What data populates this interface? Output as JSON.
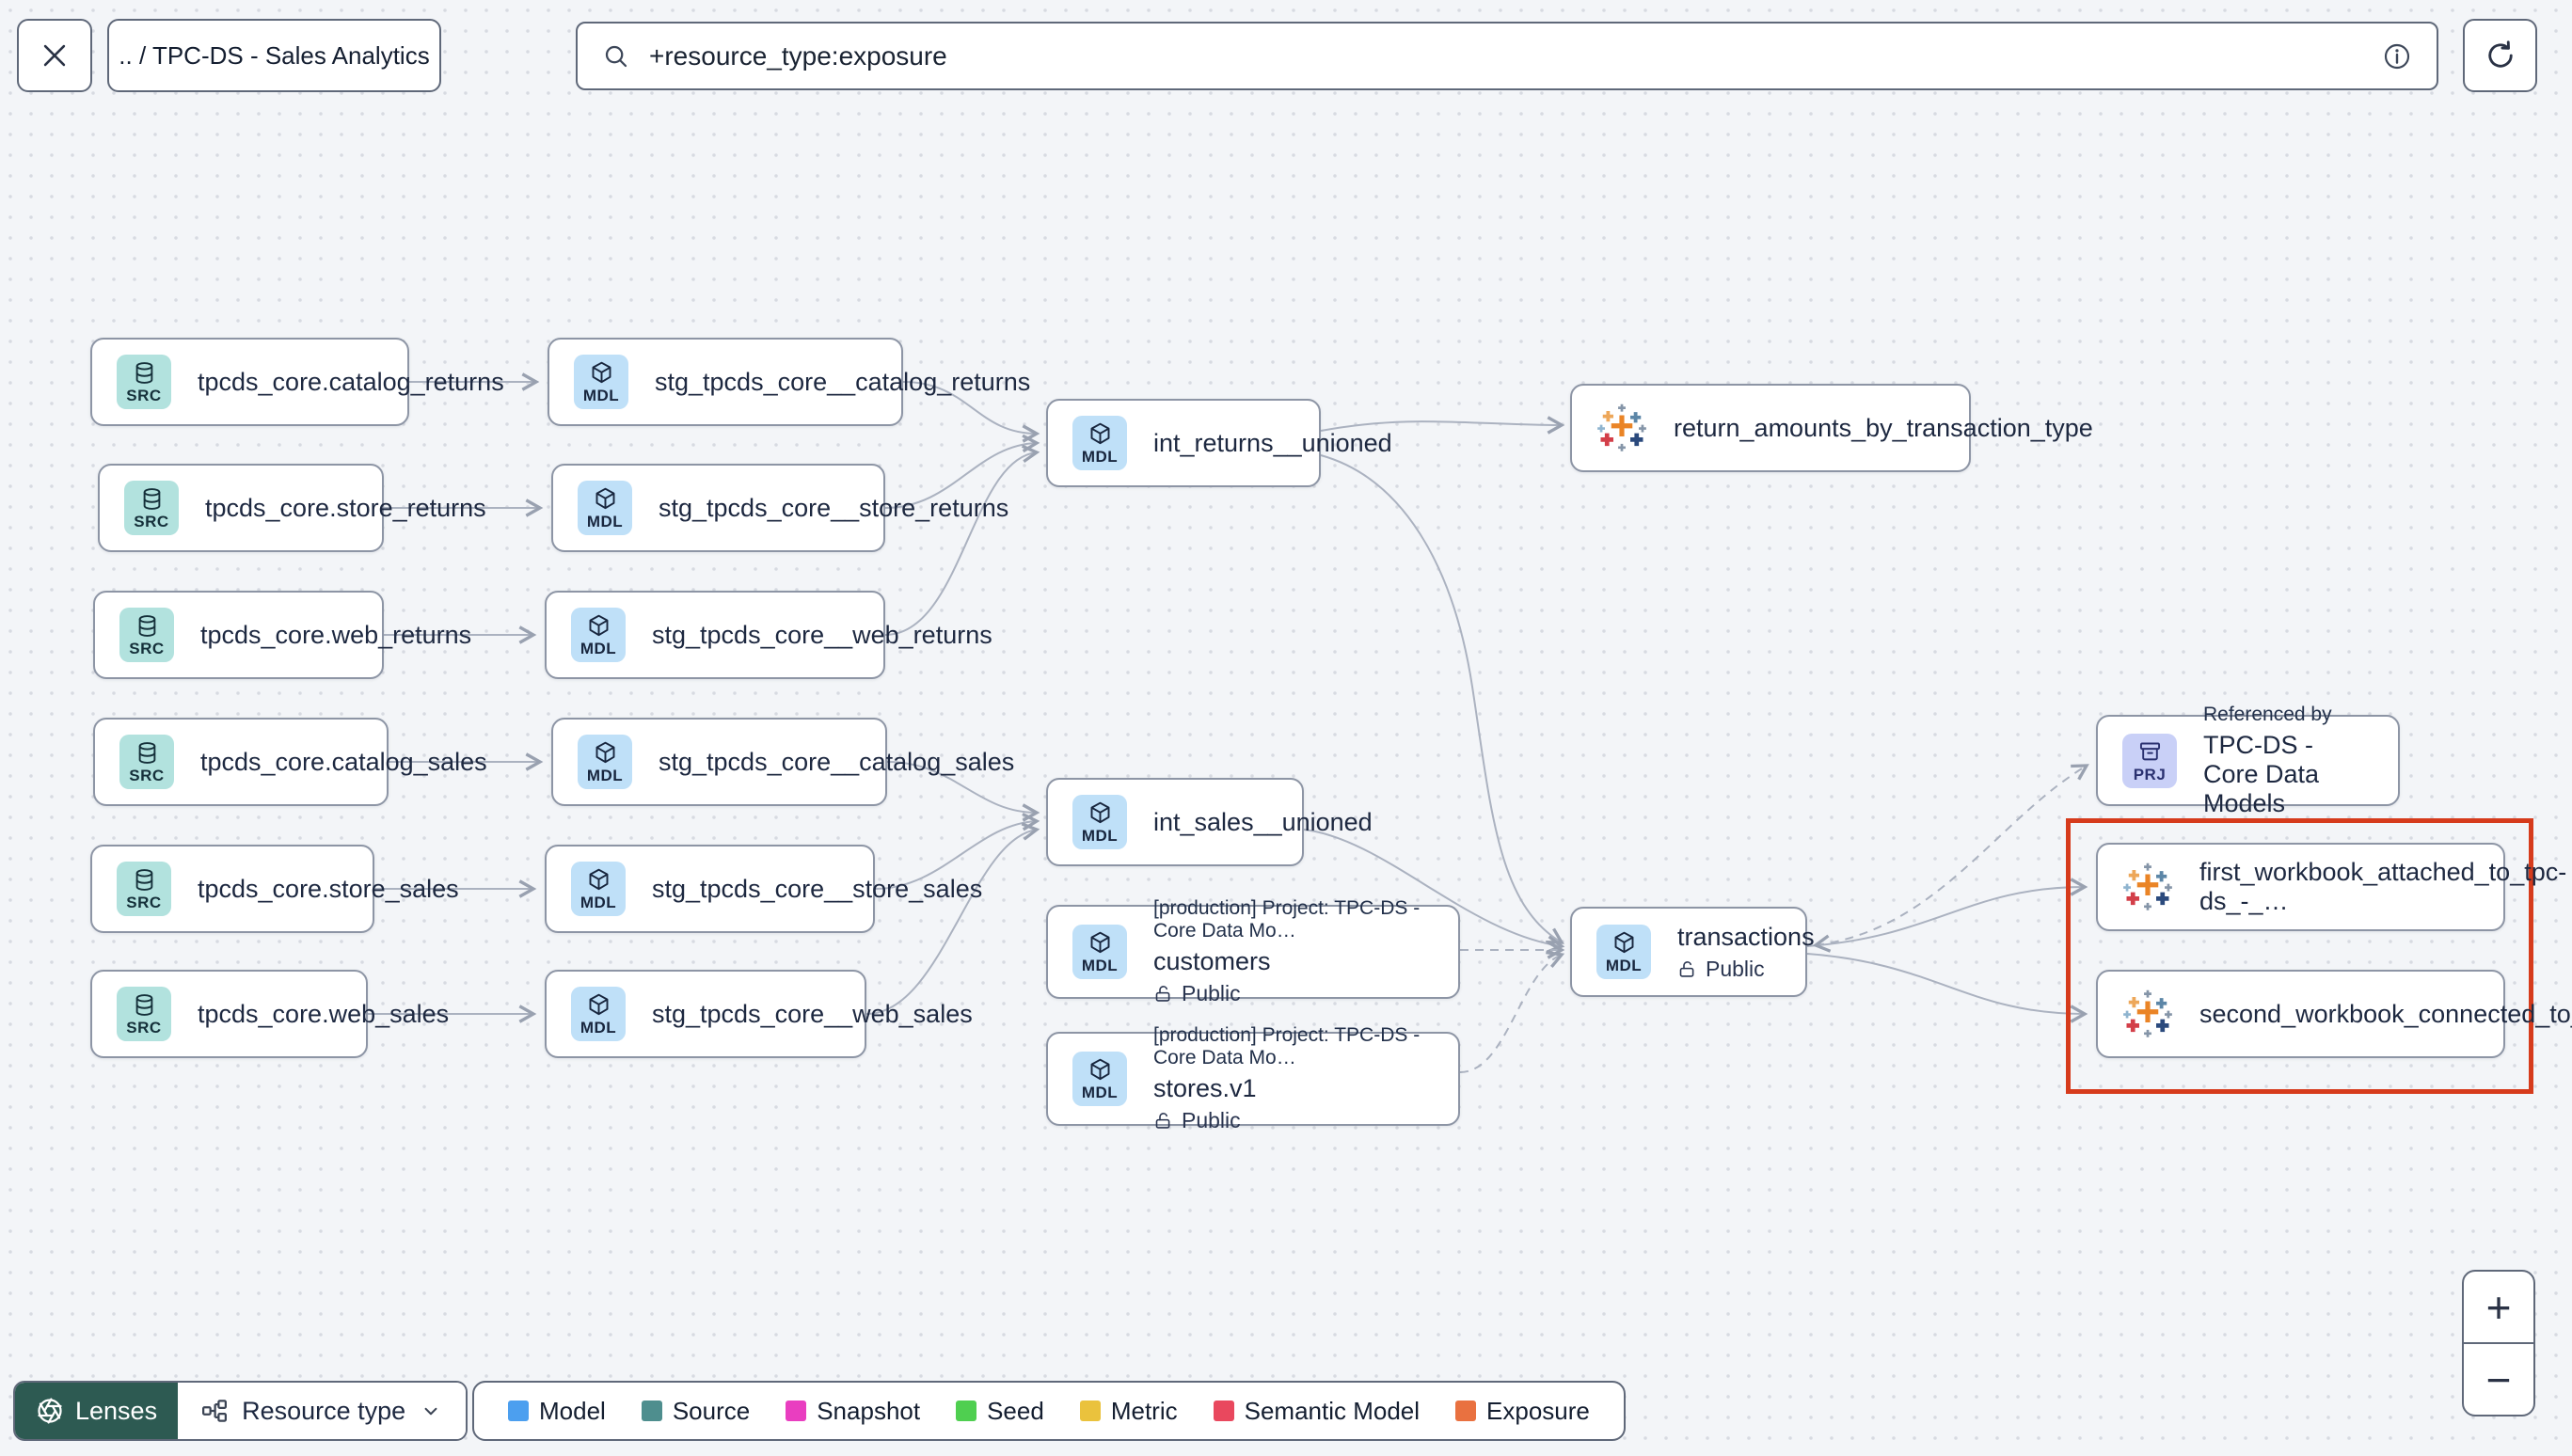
{
  "toolbar": {
    "breadcrumb": ".. / TPC-DS - Sales Analytics",
    "search_value": "+resource_type:exposure"
  },
  "graph": {
    "icon_labels": {
      "source": "SRC",
      "model": "MDL",
      "project": "PRJ"
    },
    "sources": [
      {
        "label": "tpcds_core.catalog_returns"
      },
      {
        "label": "tpcds_core.store_returns"
      },
      {
        "label": "tpcds_core.web_returns"
      },
      {
        "label": "tpcds_core.catalog_sales"
      },
      {
        "label": "tpcds_core.store_sales"
      },
      {
        "label": "tpcds_core.web_sales"
      }
    ],
    "staging_models": [
      {
        "label": "stg_tpcds_core__catalog_returns"
      },
      {
        "label": "stg_tpcds_core__store_returns"
      },
      {
        "label": "stg_tpcds_core__web_returns"
      },
      {
        "label": "stg_tpcds_core__catalog_sales"
      },
      {
        "label": "stg_tpcds_core__store_sales"
      },
      {
        "label": "stg_tpcds_core__web_sales"
      }
    ],
    "int_models": [
      {
        "label": "int_returns__unioned"
      },
      {
        "label": "int_sales__unioned"
      }
    ],
    "public_models": {
      "customers": {
        "meta": "[production] Project: TPC-DS - Core Data Mo…",
        "name": "customers",
        "access": "Public"
      },
      "stores": {
        "meta": "[production] Project: TPC-DS - Core Data Mo…",
        "name": "stores.v1",
        "access": "Public"
      },
      "transactions": {
        "name": "transactions",
        "access": "Public"
      }
    },
    "exposures": {
      "return_amounts": {
        "label": "return_amounts_by_transaction_type"
      },
      "first_workbook": {
        "label": "first_workbook_attached_to_tpc-ds_-_…"
      },
      "second_workbook": {
        "label": "second_workbook_connected_to_live…"
      }
    },
    "project_node": {
      "title": "Referenced by",
      "name": "TPC-DS - Core Data Models"
    }
  },
  "legend": {
    "items": [
      {
        "label": "Model",
        "color": "#4c9fef"
      },
      {
        "label": "Source",
        "color": "#4e8e8e"
      },
      {
        "label": "Snapshot",
        "color": "#e93ec0"
      },
      {
        "label": "Seed",
        "color": "#4fcf50"
      },
      {
        "label": "Metric",
        "color": "#eac23d"
      },
      {
        "label": "Semantic Model",
        "color": "#e9485e"
      },
      {
        "label": "Exposure",
        "color": "#e97140"
      }
    ]
  },
  "controls": {
    "lenses": "Lenses",
    "resource_type": "Resource type",
    "zoom_in": "+",
    "zoom_out": "−"
  },
  "highlight_color": "#d63b1c"
}
